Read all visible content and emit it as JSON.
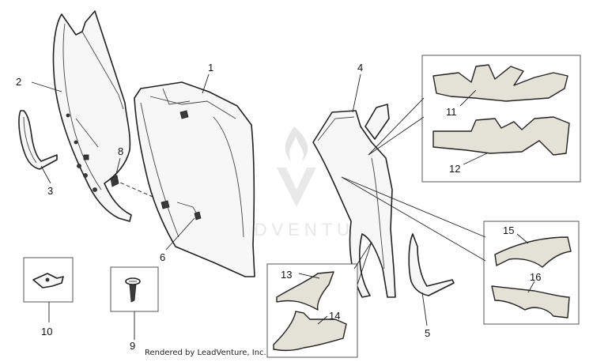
{
  "diagram": {
    "callouts": {
      "c1": "1",
      "c2": "2",
      "c3": "3",
      "c4": "4",
      "c5": "5",
      "c6": "6",
      "c7": "8",
      "c8": "9",
      "c9": "10",
      "c10": "11",
      "c11": "12",
      "c12": "13",
      "c13": "14",
      "c14": "15",
      "c15": "16"
    },
    "watermark": "LEADVENTURE",
    "footer": "Rendered by LeadVenture, Inc."
  },
  "colors": {
    "line": "#222222",
    "shaded_part": "#e4e2d6",
    "watermark": "#d4d4d4"
  }
}
